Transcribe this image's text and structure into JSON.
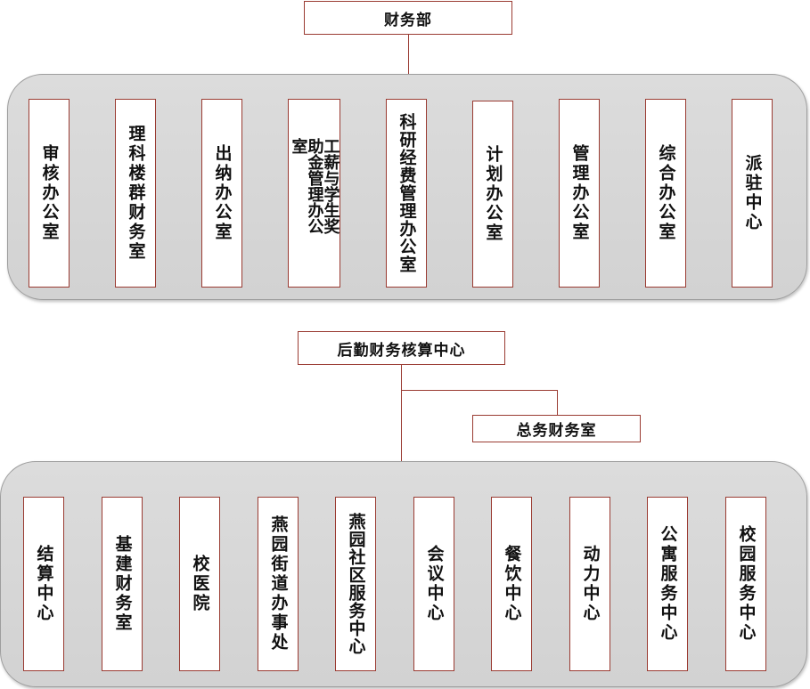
{
  "top": {
    "head": "财务部",
    "units": [
      "审核办公室",
      "理科楼群财务室",
      "出纳办公室",
      "工薪与学生奖助金管理办公室",
      "科研经费管理办公室",
      "计划办公室",
      "管理办公室",
      "综合办公室",
      "派驻中心"
    ]
  },
  "bottom": {
    "head": "后勤财务核算中心",
    "assistant": "总务财务室",
    "units": [
      "结算中心",
      "基建财务室",
      "校医院",
      "燕园街道办事处",
      "燕园社区服务中心",
      "会议中心",
      "餐饮中心",
      "动力中心",
      "公寓服务中心",
      "校园服务中心"
    ]
  },
  "colors": {
    "border": "#9a3b32",
    "panel": "#d6d6d6"
  }
}
